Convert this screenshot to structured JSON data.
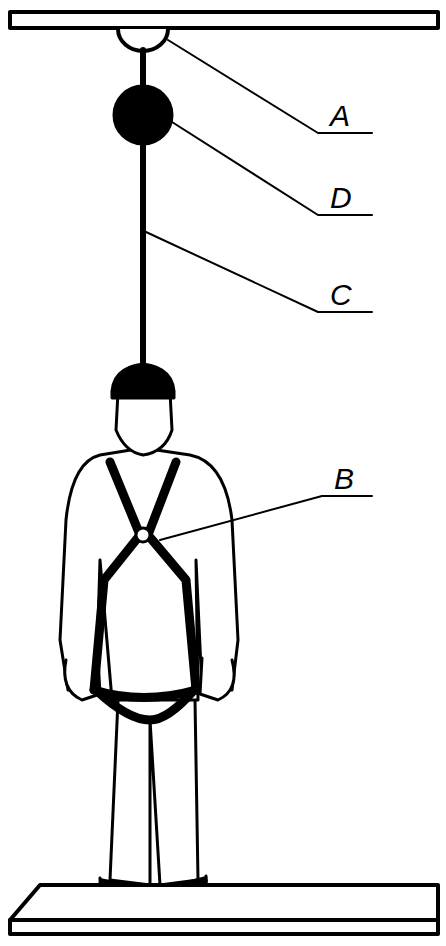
{
  "diagram": {
    "labels": [
      "A",
      "D",
      "C",
      "B"
    ]
  }
}
